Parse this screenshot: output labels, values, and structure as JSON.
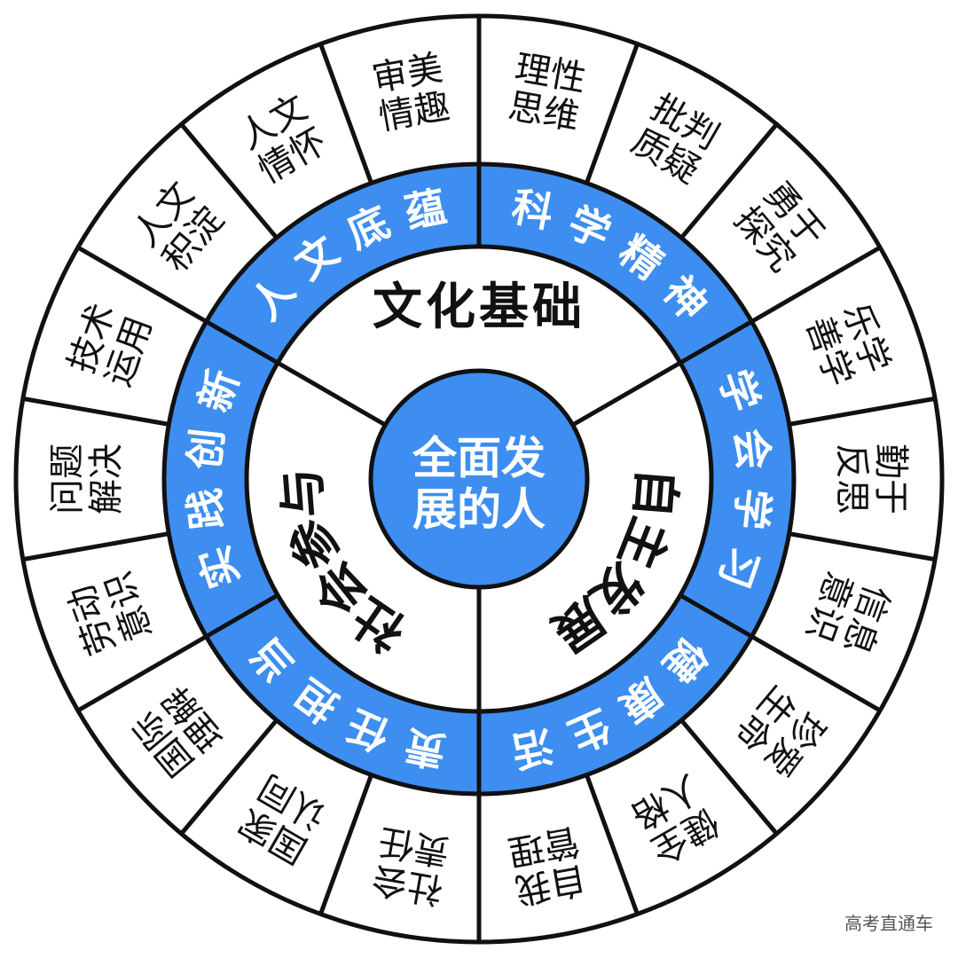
{
  "colors": {
    "accent": "#3d8ef0",
    "line": "#111111",
    "background": "#ffffff"
  },
  "core": {
    "line1": "全面发",
    "line2": "展的人"
  },
  "domains": [
    {
      "id": "culture",
      "label": "文化基础"
    },
    {
      "id": "autonomy",
      "label": "自主发展"
    },
    {
      "id": "society",
      "label": "社会参与"
    }
  ],
  "qualities": [
    {
      "label": "科学精神"
    },
    {
      "label": "学会学习"
    },
    {
      "label": "健康生活"
    },
    {
      "label": "责任担当"
    },
    {
      "label": "实践创新"
    },
    {
      "label": "人文底蕴"
    }
  ],
  "points": [
    {
      "line1": "理性",
      "line2": "思维"
    },
    {
      "line1": "批判",
      "line2": "质疑"
    },
    {
      "line1": "勇于",
      "line2": "探究"
    },
    {
      "line1": "乐学",
      "line2": "善学"
    },
    {
      "line1": "勤于",
      "line2": "反思"
    },
    {
      "line1": "信息",
      "line2": "意识"
    },
    {
      "line1": "珍爱",
      "line2": "生命"
    },
    {
      "line1": "健全",
      "line2": "人格"
    },
    {
      "line1": "自我",
      "line2": "管理"
    },
    {
      "line1": "社会",
      "line2": "责任"
    },
    {
      "line1": "国家",
      "line2": "认同"
    },
    {
      "line1": "国际",
      "line2": "理解"
    },
    {
      "line1": "劳动",
      "line2": "意识"
    },
    {
      "line1": "问题",
      "line2": "解决"
    },
    {
      "line1": "技术",
      "line2": "运用"
    },
    {
      "line1": "人文",
      "line2": "积淀"
    },
    {
      "line1": "人文",
      "line2": "情怀"
    },
    {
      "line1": "审美",
      "line2": "情趣"
    }
  ],
  "watermark": "高考直通车"
}
